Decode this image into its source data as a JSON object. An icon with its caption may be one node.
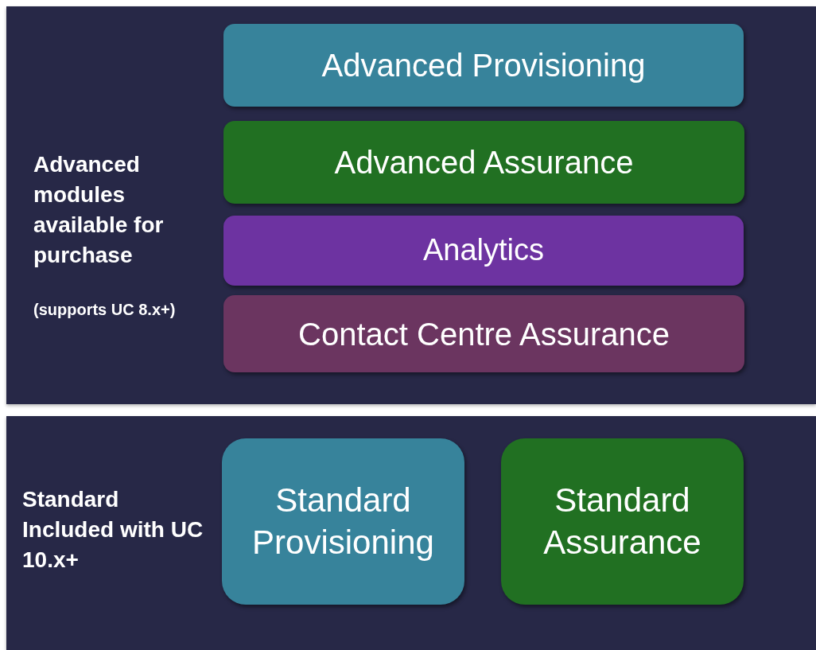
{
  "diagram": {
    "nodes": [
      {
        "text": [
          "Advanced modules available for purchase",
          "(supports UC 8.x+)"
        ]
      },
      {
        "text": [
          "Advanced Provisioning"
        ],
        "in": 0
      },
      {
        "text": [
          "Advanced Assurance"
        ],
        "in": 0
      },
      {
        "text": [
          "Analytics"
        ],
        "in": 0
      },
      {
        "text": [
          "Contact Centre Assurance"
        ],
        "in": 0
      },
      {
        "text": [
          "Standard Included with UC 10.x+"
        ]
      },
      {
        "text": [
          "Standard Provisioning"
        ],
        "in": 5
      },
      {
        "text": [
          "Standard Assurance"
        ],
        "in": 5
      }
    ]
  }
}
